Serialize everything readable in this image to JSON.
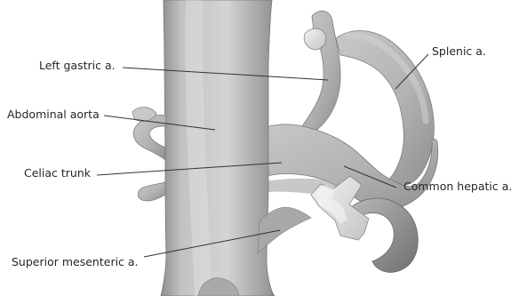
{
  "colors": {
    "background": "#ffffff",
    "vessel_fill": "#b8b8b8",
    "vessel_light": "#d6d6d6",
    "vessel_mid": "#a9a9a9",
    "vessel_dark": "#6f6f6f",
    "leader_line": "#333333",
    "label_text": "#262626"
  },
  "labels": {
    "left_gastric": "Left gastric a.",
    "splenic": "Splenic a.",
    "abdominal_aorta": "Abdominal aorta",
    "celiac_trunk": "Celiac trunk",
    "common_hepatic": "Common hepatic a.",
    "superior_mesenteric": "Superior mesenteric a."
  }
}
